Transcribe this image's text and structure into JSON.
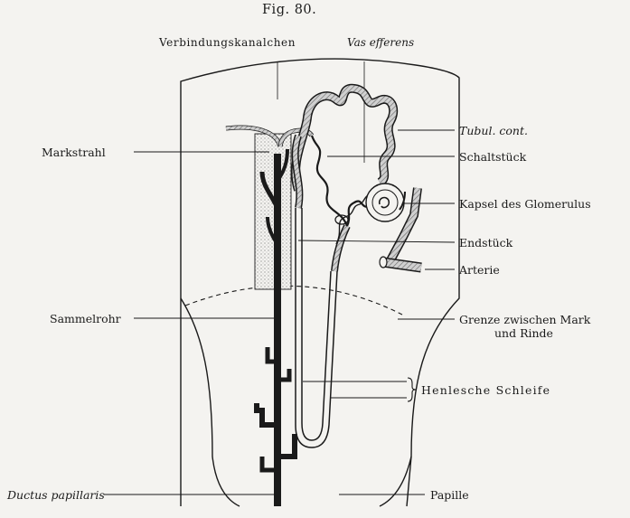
{
  "figure": {
    "title": "Fig. 80.",
    "labels": {
      "verbindungskanalchen": "Verbindungskanalchen",
      "vas_efferens": "Vas efferens",
      "markstrahl": "Markstrahl",
      "sammelrohr": "Sammelrohr",
      "ductus_papillaris": "Ductus papillaris",
      "tubul_cont": "Tubul. cont.",
      "schaltstueck": "Schaltstück",
      "kapsel": "Kapsel des Glomerulus",
      "endstueck": "Endstück",
      "arterie": "Arterie",
      "grenze_line1": "Grenze zwischen Mark",
      "grenze_line2": "und Rinde",
      "henlesche": "Henlesche Schleife",
      "papille": "Papille"
    }
  },
  "colors": {
    "ink": "#1a1a1a",
    "paper": "#f4f3f0",
    "tubule_fill": "#bdbdbd"
  }
}
